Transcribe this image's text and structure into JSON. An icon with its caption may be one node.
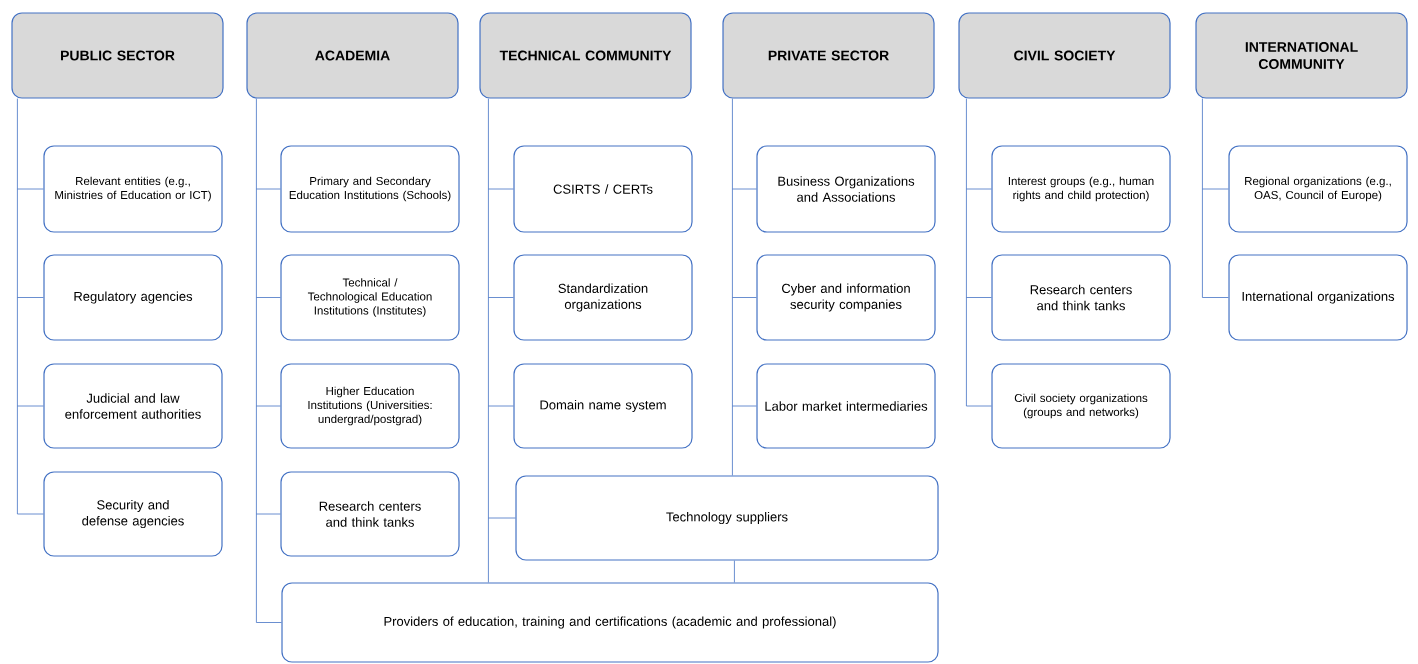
{
  "diagram": {
    "nodes": [
      {
        "text": [
          "PUBLIC SECTOR"
        ]
      },
      {
        "text": [
          "Relevant entities (e.g., Ministries of Education or ICT)"
        ]
      },
      {
        "text": [
          "Regulatory agencies"
        ]
      },
      {
        "text": [
          "Judicial and law enforcement authorities"
        ]
      },
      {
        "text": [
          "Security and defense agencies"
        ]
      },
      {
        "text": [
          "ACADEMIA"
        ]
      },
      {
        "text": [
          "Primary and Secondary Education Institutions (Schools)"
        ]
      },
      {
        "text": [
          "Technical / Technological Education Institutions (Institutes)"
        ]
      },
      {
        "text": [
          "Higher Education Institutions (Universities: undergrad/postgrad)"
        ]
      },
      {
        "text": [
          "Research centers and think tanks"
        ]
      },
      {
        "text": [
          "TECHNICAL COMMUNITY"
        ]
      },
      {
        "text": [
          "CSIRTS / CERTs"
        ]
      },
      {
        "text": [
          "Standardization organizations"
        ]
      },
      {
        "text": [
          "Domain name system"
        ]
      },
      {
        "text": [
          "PRIVATE SECTOR"
        ]
      },
      {
        "text": [
          "Business Organizations and Associations"
        ]
      },
      {
        "text": [
          "Cyber and information security companies"
        ]
      },
      {
        "text": [
          "Labor market intermediaries"
        ]
      },
      {
        "text": [
          "CIVIL SOCIETY"
        ]
      },
      {
        "text": [
          "Interest groups (e.g., human rights and child protection)"
        ]
      },
      {
        "text": [
          "Research centers and think tanks"
        ]
      },
      {
        "text": [
          "Civil society organizations (groups and networks)"
        ]
      },
      {
        "text": [
          "INTERNATIONAL COMMUNITY"
        ]
      },
      {
        "text": [
          "Regional organizations (e.g., OAS, Council of Europe)"
        ]
      },
      {
        "text": [
          "International organizations"
        ]
      },
      {
        "text": [
          "Technology suppliers"
        ]
      },
      {
        "text": [
          "Providers of education, training and certifications (academic and professional)"
        ]
      }
    ],
    "edges": [
      {
        "from": 0,
        "to": 1,
        "arrow": "none"
      },
      {
        "from": 0,
        "to": 2,
        "arrow": "none"
      },
      {
        "from": 0,
        "to": 3,
        "arrow": "none"
      },
      {
        "from": 0,
        "to": 4,
        "arrow": "none"
      },
      {
        "from": 5,
        "to": 6,
        "arrow": "none"
      },
      {
        "from": 5,
        "to": 7,
        "arrow": "none"
      },
      {
        "from": 5,
        "to": 8,
        "arrow": "none"
      },
      {
        "from": 5,
        "to": 9,
        "arrow": "none"
      },
      {
        "from": 5,
        "to": 26,
        "arrow": "none"
      },
      {
        "from": 10,
        "to": 11,
        "arrow": "none"
      },
      {
        "from": 10,
        "to": 12,
        "arrow": "none"
      },
      {
        "from": 10,
        "to": 13,
        "arrow": "none"
      },
      {
        "from": 10,
        "to": 25,
        "arrow": "none"
      },
      {
        "from": 10,
        "to": 26,
        "arrow": "none"
      },
      {
        "from": 14,
        "to": 15,
        "arrow": "none"
      },
      {
        "from": 14,
        "to": 16,
        "arrow": "none"
      },
      {
        "from": 14,
        "to": 17,
        "arrow": "none"
      },
      {
        "from": 14,
        "to": 25,
        "arrow": "none"
      },
      {
        "from": 25,
        "to": 26,
        "arrow": "none"
      },
      {
        "from": 18,
        "to": 19,
        "arrow": "none"
      },
      {
        "from": 18,
        "to": 20,
        "arrow": "none"
      },
      {
        "from": 18,
        "to": 21,
        "arrow": "none"
      },
      {
        "from": 22,
        "to": 23,
        "arrow": "none"
      },
      {
        "from": 22,
        "to": 24,
        "arrow": "none"
      }
    ]
  }
}
